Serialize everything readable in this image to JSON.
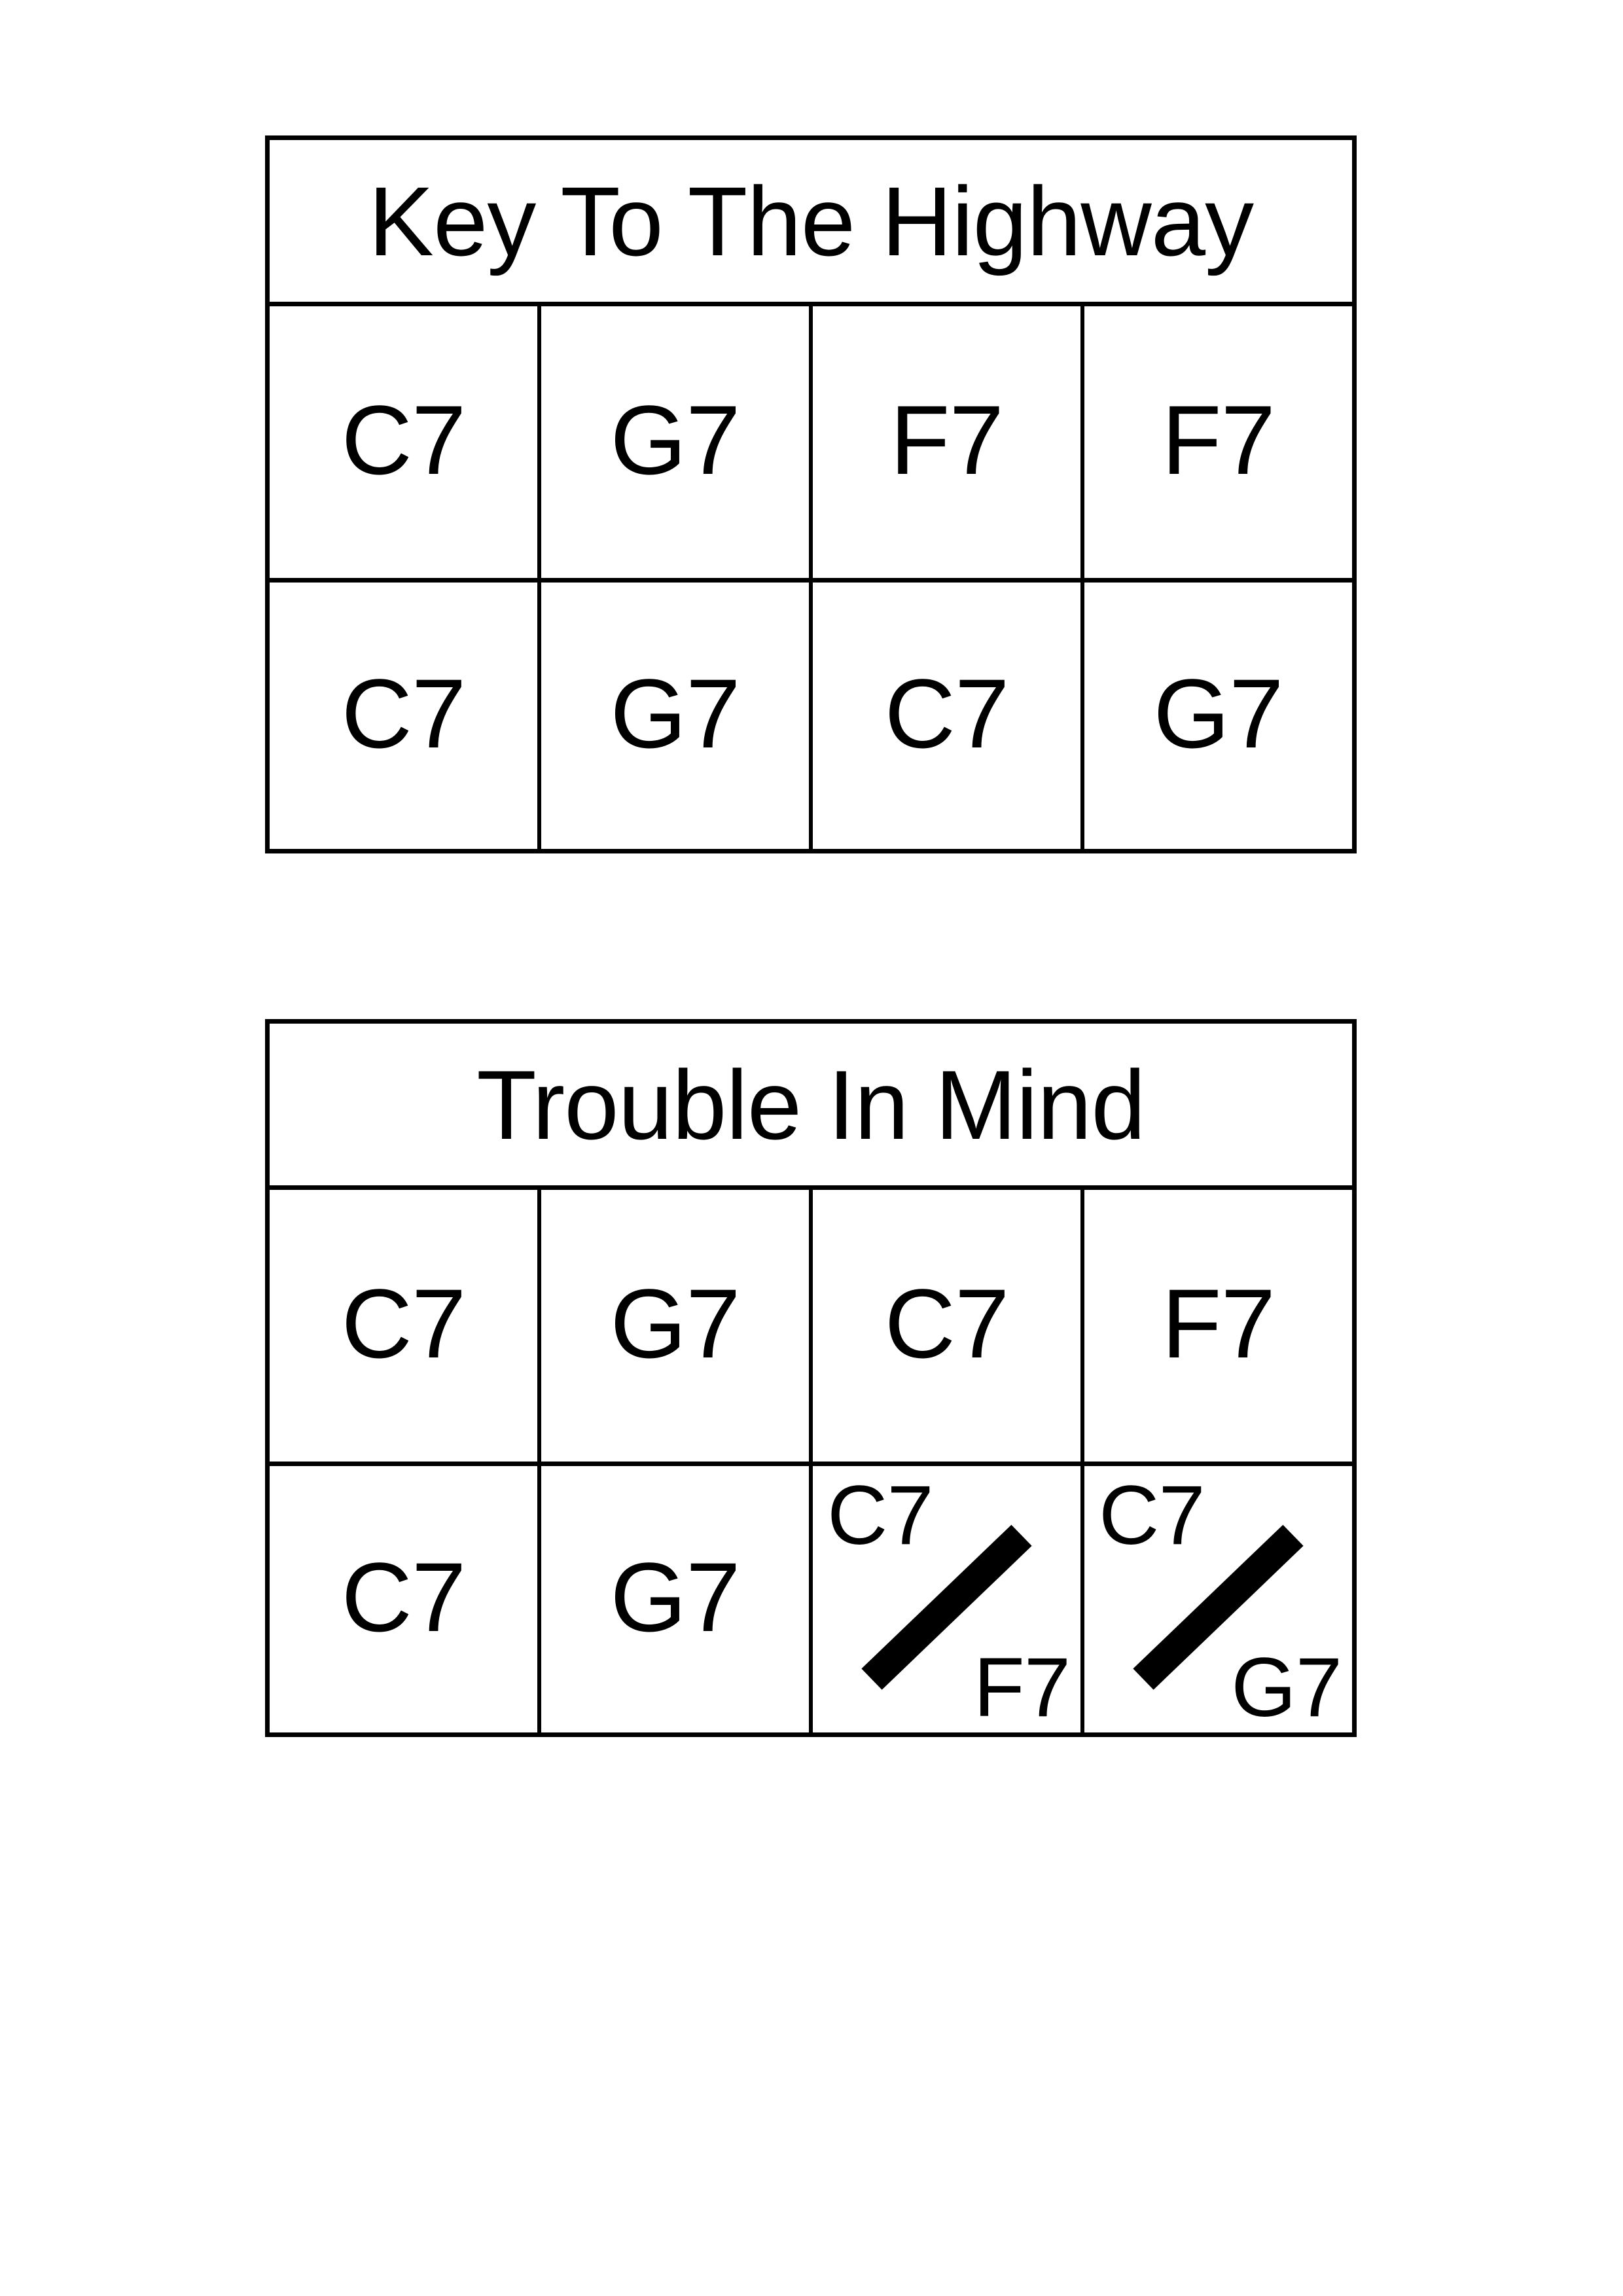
{
  "page": {
    "background_color": "#ffffff",
    "ink_color": "#000000"
  },
  "charts": [
    {
      "title": "Key To The Highway",
      "rows": [
        {
          "bars": [
            {
              "type": "single",
              "chord": "C7"
            },
            {
              "type": "single",
              "chord": "G7"
            },
            {
              "type": "single",
              "chord": "F7"
            },
            {
              "type": "single",
              "chord": "F7"
            }
          ]
        },
        {
          "bars": [
            {
              "type": "single",
              "chord": "C7"
            },
            {
              "type": "single",
              "chord": "G7"
            },
            {
              "type": "single",
              "chord": "C7"
            },
            {
              "type": "single",
              "chord": "G7"
            }
          ]
        }
      ]
    },
    {
      "title": "Trouble In Mind",
      "rows": [
        {
          "bars": [
            {
              "type": "single",
              "chord": "C7"
            },
            {
              "type": "single",
              "chord": "G7"
            },
            {
              "type": "single",
              "chord": "C7"
            },
            {
              "type": "single",
              "chord": "F7"
            }
          ]
        },
        {
          "bars": [
            {
              "type": "single",
              "chord": "C7"
            },
            {
              "type": "single",
              "chord": "G7"
            },
            {
              "type": "split",
              "chord_first": "C7",
              "chord_second": "F7"
            },
            {
              "type": "split",
              "chord_first": "C7",
              "chord_second": "G7"
            }
          ]
        }
      ]
    }
  ]
}
